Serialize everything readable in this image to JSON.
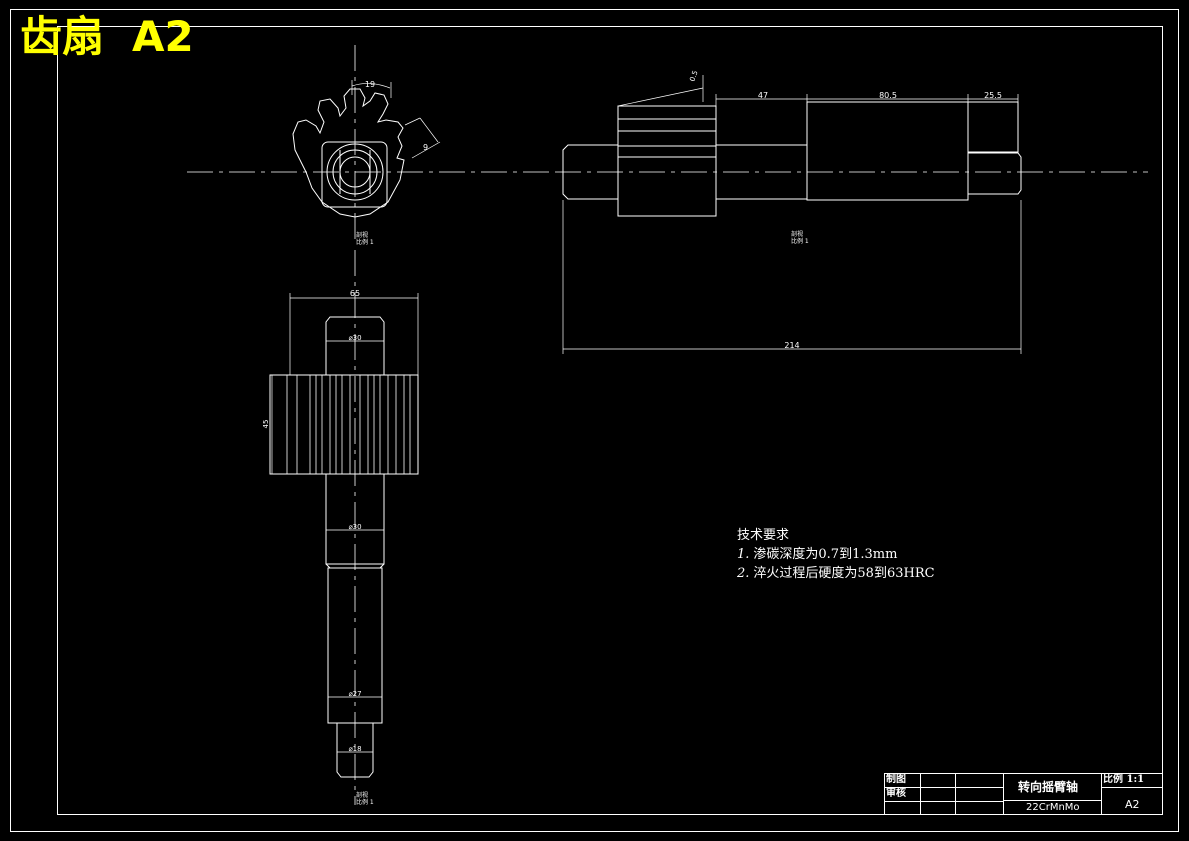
{
  "sheet": {
    "title": "齿扇",
    "code": "A2"
  },
  "dimensions": {
    "top_view": {
      "arc_width": "19",
      "tooth_depth": "9"
    },
    "side_view": {
      "angle": "0.5",
      "d1": "47",
      "d2": "80.5",
      "d3": "25.5",
      "total": "214"
    },
    "front_view": {
      "width": "65",
      "d_top": "⌀30",
      "height": "45",
      "d_mid": "⌀30",
      "d_low": "⌀27",
      "d_tip": "⌀18"
    }
  },
  "view_labels": {
    "top": {
      "line1": "剖视",
      "line2": "比例 1"
    },
    "side": {
      "line1": "剖视",
      "line2": "比例 1"
    },
    "front": {
      "line1": "剖视",
      "line2": "比例 1"
    }
  },
  "tech_requirements": {
    "heading": "技术要求",
    "items": [
      {
        "index": "1.",
        "text": "渗碳深度为0.7到1.3mm"
      },
      {
        "index": "2.",
        "text": "淬火过程后硬度为58到63HRC"
      }
    ]
  },
  "title_block": {
    "drawn_by": "制图",
    "checked_by": "审核",
    "part_name": "转向摇臂轴",
    "material": "22CrMnMo",
    "scale": "比例 1:1",
    "sheet_size": "A2"
  }
}
